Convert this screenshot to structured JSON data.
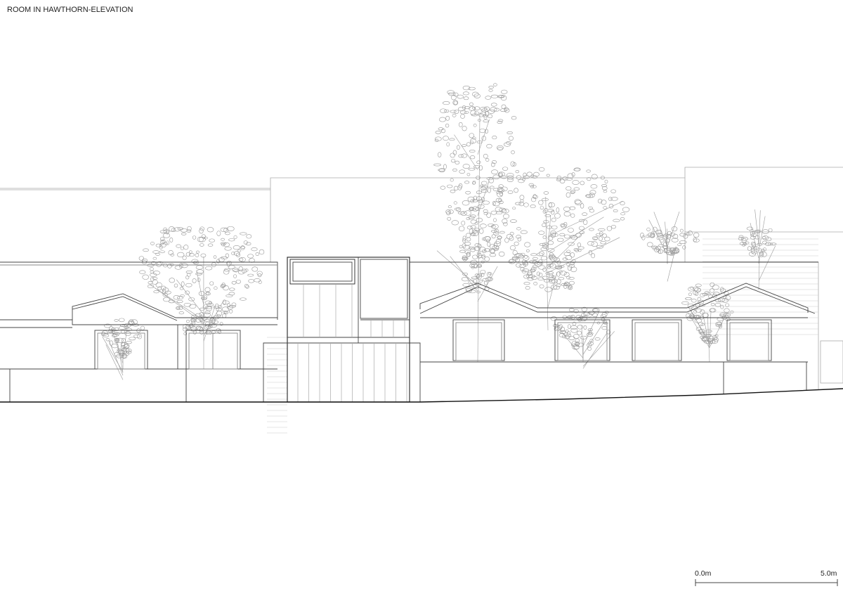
{
  "drawing": {
    "title": "ROOM IN HAWTHORN-ELEVATION",
    "line_color": "#333333",
    "faint_line_color": "#9a9a9a"
  },
  "scale_bar": {
    "start_label": "0.0m",
    "end_label": "5.0m"
  }
}
